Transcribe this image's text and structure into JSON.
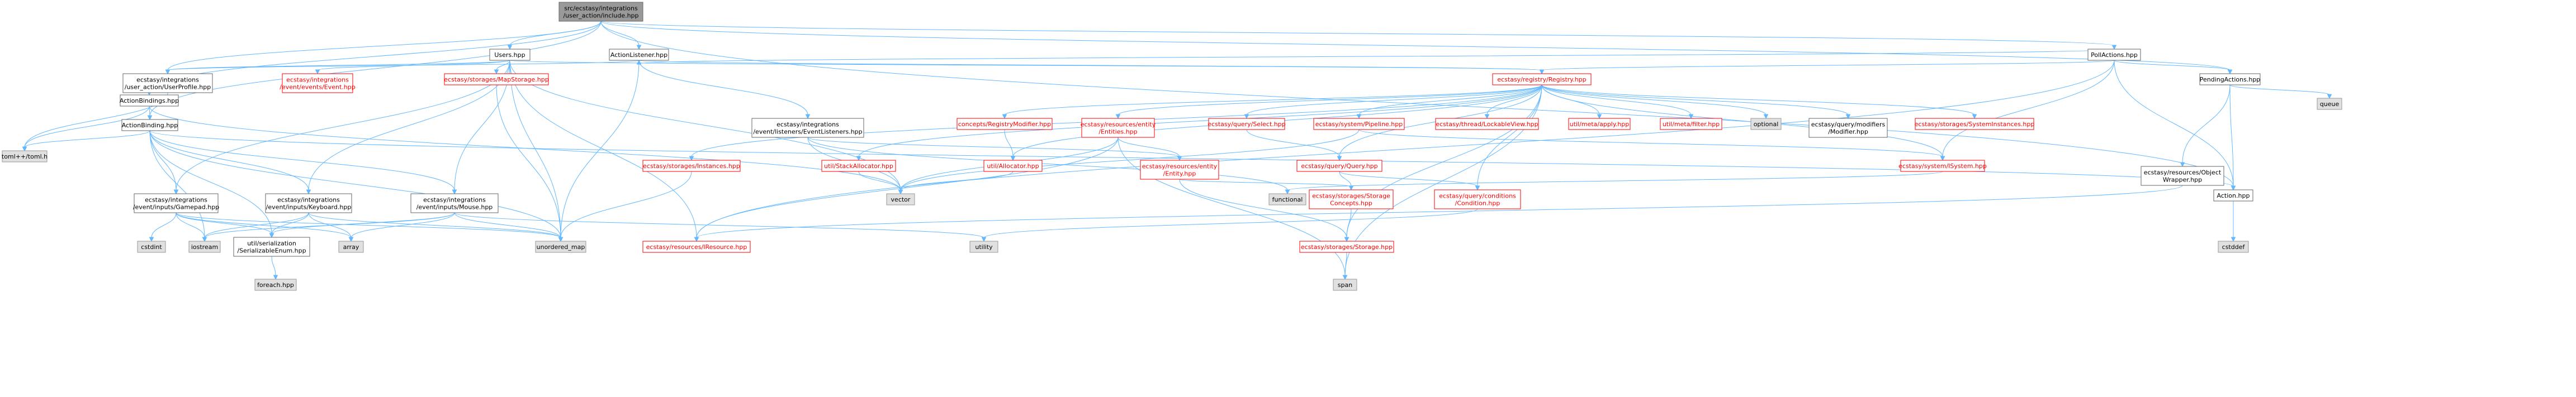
{
  "colors": {
    "background": "#ffffff",
    "root_fill": "#999999",
    "root_border": "#666666",
    "node_fill": "#ffffff",
    "node_border": "#666666",
    "external_fill": "#e0e0e0",
    "external_border": "#999999",
    "red_border": "#ff0000",
    "red_text": "#ff0000",
    "text": "#000000",
    "edge": "#63b8ff"
  },
  "nodes": [
    {
      "id": "root",
      "lines": [
        "src/ecstasy/integrations",
        "/user_action/include.hpp"
      ],
      "style": "root",
      "interactable": false
    },
    {
      "id": "users",
      "lines": [
        "Users.hpp"
      ],
      "style": "normal",
      "interactable": true
    },
    {
      "id": "actionlistener",
      "lines": [
        "ActionListener.hpp"
      ],
      "style": "normal",
      "interactable": true
    },
    {
      "id": "pollactions",
      "lines": [
        "PollActions.hpp"
      ],
      "style": "normal",
      "interactable": true
    },
    {
      "id": "userprofile",
      "lines": [
        "ecstasy/integrations",
        "/user_action/UserProfile.hpp"
      ],
      "style": "normal",
      "interactable": true
    },
    {
      "id": "event",
      "lines": [
        "ecstasy/integrations",
        "/event/events/Event.hpp"
      ],
      "style": "red",
      "interactable": true
    },
    {
      "id": "mapstorage",
      "lines": [
        "ecstasy/storages/MapStorage.hpp"
      ],
      "style": "red",
      "interactable": true
    },
    {
      "id": "registry",
      "lines": [
        "ecstasy/registry/Registry.hpp"
      ],
      "style": "red",
      "interactable": true
    },
    {
      "id": "pendingactions",
      "lines": [
        "PendingActions.hpp"
      ],
      "style": "normal",
      "interactable": true
    },
    {
      "id": "queue",
      "lines": [
        "queue"
      ],
      "style": "external",
      "interactable": false
    },
    {
      "id": "actionbindings",
      "lines": [
        "ActionBindings.hpp"
      ],
      "style": "normal",
      "interactable": true
    },
    {
      "id": "actionbinding",
      "lines": [
        "ActionBinding.hpp"
      ],
      "style": "normal",
      "interactable": true
    },
    {
      "id": "tomlh",
      "lines": [
        "toml++/toml.h"
      ],
      "style": "external",
      "interactable": false
    },
    {
      "id": "eventlisteners",
      "lines": [
        "ecstasy/integrations",
        "/event/listeners/EventListeners.hpp"
      ],
      "style": "normal",
      "interactable": true
    },
    {
      "id": "stackallocator",
      "lines": [
        "util/StackAllocator.hpp"
      ],
      "style": "red",
      "interactable": true
    },
    {
      "id": "registrymodifier",
      "lines": [
        "concepts/RegistryModifier.hpp"
      ],
      "style": "red",
      "interactable": true
    },
    {
      "id": "entities",
      "lines": [
        "ecstasy/resources/entity",
        "/Entities.hpp"
      ],
      "style": "red",
      "interactable": true
    },
    {
      "id": "select",
      "lines": [
        "ecstasy/query/Select.hpp"
      ],
      "style": "red",
      "interactable": true
    },
    {
      "id": "pipeline",
      "lines": [
        "ecstasy/system/Pipeline.hpp"
      ],
      "style": "red",
      "interactable": true
    },
    {
      "id": "lockableview",
      "lines": [
        "ecstasy/thread/LockableView.hpp"
      ],
      "style": "red",
      "interactable": true
    },
    {
      "id": "apply",
      "lines": [
        "util/meta/apply.hpp"
      ],
      "style": "red",
      "interactable": true
    },
    {
      "id": "filter",
      "lines": [
        "util/meta/filter.hpp"
      ],
      "style": "red",
      "interactable": true
    },
    {
      "id": "optional",
      "lines": [
        "optional"
      ],
      "style": "external",
      "interactable": false
    },
    {
      "id": "querymodifier",
      "lines": [
        "ecstasy/query/modifiers",
        "/Modifier.hpp"
      ],
      "style": "normal",
      "interactable": true
    },
    {
      "id": "systeminstances",
      "lines": [
        "ecstasy/storages/SystemInstances.hpp"
      ],
      "style": "red",
      "interactable": true
    },
    {
      "id": "objectwrapper",
      "lines": [
        "ecstasy/resources/Object",
        "Wrapper.hpp"
      ],
      "style": "normal",
      "interactable": true
    },
    {
      "id": "instances",
      "lines": [
        "ecstasy/storages/Instances.hpp"
      ],
      "style": "red",
      "interactable": true
    },
    {
      "id": "iallocator",
      "lines": [
        "util/Allocator.hpp"
      ],
      "style": "red",
      "interactable": true
    },
    {
      "id": "entity",
      "lines": [
        "ecstasy/resources/entity",
        "/Entity.hpp"
      ],
      "style": "red",
      "interactable": true
    },
    {
      "id": "query",
      "lines": [
        "ecstasy/query/Query.hpp"
      ],
      "style": "red",
      "interactable": true
    },
    {
      "id": "isystem",
      "lines": [
        "ecstasy/system/ISystem.hpp"
      ],
      "style": "red",
      "interactable": true
    },
    {
      "id": "gamepad",
      "lines": [
        "ecstasy/integrations",
        "/event/inputs/Gamepad.hpp"
      ],
      "style": "normal",
      "interactable": true
    },
    {
      "id": "keyboard",
      "lines": [
        "ecstasy/integrations",
        "/event/inputs/Keyboard.hpp"
      ],
      "style": "normal",
      "interactable": true
    },
    {
      "id": "mouse",
      "lines": [
        "ecstasy/integrations",
        "/event/inputs/Mouse.hpp"
      ],
      "style": "normal",
      "interactable": true
    },
    {
      "id": "vector",
      "lines": [
        "vector"
      ],
      "style": "external",
      "interactable": false
    },
    {
      "id": "functional",
      "lines": [
        "functional"
      ],
      "style": "external",
      "interactable": false
    },
    {
      "id": "storageconcepts",
      "lines": [
        "ecstasy/storages/Storage",
        "Concepts.hpp"
      ],
      "style": "red",
      "interactable": true
    },
    {
      "id": "condition",
      "lines": [
        "ecstasy/query/conditions",
        "/Condition.hpp"
      ],
      "style": "red",
      "interactable": true
    },
    {
      "id": "action",
      "lines": [
        "Action.hpp"
      ],
      "style": "normal",
      "interactable": true
    },
    {
      "id": "cstdint",
      "lines": [
        "cstdint"
      ],
      "style": "external",
      "interactable": false
    },
    {
      "id": "iostream",
      "lines": [
        "iostream"
      ],
      "style": "external",
      "interactable": false
    },
    {
      "id": "serializableenum",
      "lines": [
        "util/serialization",
        "/SerializableEnum.hpp"
      ],
      "style": "normal",
      "interactable": true
    },
    {
      "id": "array",
      "lines": [
        "array"
      ],
      "style": "external",
      "interactable": false
    },
    {
      "id": "unorderedmap",
      "lines": [
        "unordered_map"
      ],
      "style": "external",
      "interactable": false
    },
    {
      "id": "iresource",
      "lines": [
        "ecstasy/resources/IResource.hpp"
      ],
      "style": "red",
      "interactable": true
    },
    {
      "id": "utility",
      "lines": [
        "utility"
      ],
      "style": "external",
      "interactable": false
    },
    {
      "id": "storage",
      "lines": [
        "ecstasy/storages/Storage.hpp"
      ],
      "style": "red",
      "interactable": true
    },
    {
      "id": "cstddef",
      "lines": [
        "cstddef"
      ],
      "style": "external",
      "interactable": false
    },
    {
      "id": "span",
      "lines": [
        "span"
      ],
      "style": "external",
      "interactable": false
    },
    {
      "id": "foreach",
      "lines": [
        "foreach.hpp"
      ],
      "style": "external",
      "interactable": false
    }
  ],
  "edges": [
    [
      "root",
      "users"
    ],
    [
      "root",
      "actionlistener"
    ],
    [
      "root",
      "pollactions"
    ],
    [
      "root",
      "userprofile"
    ],
    [
      "root",
      "actionbindings"
    ],
    [
      "root",
      "actionbinding"
    ],
    [
      "root",
      "pendingactions"
    ],
    [
      "root",
      "action"
    ],
    [
      "users",
      "userprofile"
    ],
    [
      "users",
      "event"
    ],
    [
      "users",
      "mapstorage"
    ],
    [
      "users",
      "registry"
    ],
    [
      "users",
      "gamepad"
    ],
    [
      "users",
      "keyboard"
    ],
    [
      "users",
      "mouse"
    ],
    [
      "users",
      "vector"
    ],
    [
      "users",
      "unorderedmap"
    ],
    [
      "users",
      "iresource"
    ],
    [
      "actionlistener",
      "userprofile"
    ],
    [
      "actionlistener",
      "eventlisteners"
    ],
    [
      "actionlistener",
      "registry"
    ],
    [
      "actionlistener",
      "unorderedmap"
    ],
    [
      "pollactions",
      "actionlistener"
    ],
    [
      "pollactions",
      "registry"
    ],
    [
      "pollactions",
      "pendingactions"
    ],
    [
      "pollactions",
      "isystem"
    ],
    [
      "pollactions",
      "action"
    ],
    [
      "pollactions",
      "iresource"
    ],
    [
      "userprofile",
      "actionbindings"
    ],
    [
      "userprofile",
      "tomlh"
    ],
    [
      "actionbindings",
      "actionbinding"
    ],
    [
      "actionbindings",
      "tomlh"
    ],
    [
      "actionbindings",
      "vector"
    ],
    [
      "actionbinding",
      "tomlh"
    ],
    [
      "actionbinding",
      "gamepad"
    ],
    [
      "actionbinding",
      "keyboard"
    ],
    [
      "actionbinding",
      "mouse"
    ],
    [
      "actionbinding",
      "action"
    ],
    [
      "actionbinding",
      "iostream"
    ],
    [
      "actionbinding",
      "serializableenum"
    ],
    [
      "actionbinding",
      "unorderedmap"
    ],
    [
      "mapstorage",
      "unorderedmap"
    ],
    [
      "eventlisteners",
      "vector"
    ],
    [
      "eventlisteners",
      "functional"
    ],
    [
      "eventlisteners",
      "entity"
    ],
    [
      "registry",
      "instances"
    ],
    [
      "registry",
      "stackallocator"
    ],
    [
      "registry",
      "registrymodifier"
    ],
    [
      "registry",
      "entities"
    ],
    [
      "registry",
      "select"
    ],
    [
      "registry",
      "pipeline"
    ],
    [
      "registry",
      "lockableview"
    ],
    [
      "registry",
      "apply"
    ],
    [
      "registry",
      "filter"
    ],
    [
      "registry",
      "optional"
    ],
    [
      "registry",
      "querymodifier"
    ],
    [
      "registry",
      "systeminstances"
    ],
    [
      "registry",
      "query"
    ],
    [
      "registry",
      "condition"
    ],
    [
      "registry",
      "isystem"
    ],
    [
      "registry",
      "storage"
    ],
    [
      "registry",
      "span"
    ],
    [
      "registry",
      "iallocator"
    ],
    [
      "pendingactions",
      "queue"
    ],
    [
      "pendingactions",
      "objectwrapper"
    ],
    [
      "pendingactions",
      "action"
    ],
    [
      "objectwrapper",
      "iresource"
    ],
    [
      "instances",
      "unorderedmap"
    ],
    [
      "stackallocator",
      "vector"
    ],
    [
      "registrymodifier",
      "iallocator"
    ],
    [
      "iallocator",
      "vector"
    ],
    [
      "entities",
      "entity"
    ],
    [
      "entities",
      "vector"
    ],
    [
      "entities",
      "iresource"
    ],
    [
      "entities",
      "span"
    ],
    [
      "entity",
      "storage"
    ],
    [
      "entity",
      "storageconcepts"
    ],
    [
      "select",
      "query"
    ],
    [
      "pipeline",
      "isystem"
    ],
    [
      "pipeline",
      "vector"
    ],
    [
      "query",
      "condition"
    ],
    [
      "query",
      "storageconcepts"
    ],
    [
      "isystem",
      "functional"
    ],
    [
      "storageconcepts",
      "storage"
    ],
    [
      "condition",
      "utility"
    ],
    [
      "storage",
      "span"
    ],
    [
      "action",
      "cstddef"
    ],
    [
      "gamepad",
      "cstdint"
    ],
    [
      "gamepad",
      "iostream"
    ],
    [
      "gamepad",
      "serializableenum"
    ],
    [
      "gamepad",
      "array"
    ],
    [
      "gamepad",
      "unorderedmap"
    ],
    [
      "keyboard",
      "iostream"
    ],
    [
      "keyboard",
      "serializableenum"
    ],
    [
      "keyboard",
      "array"
    ],
    [
      "keyboard",
      "unorderedmap"
    ],
    [
      "mouse",
      "iostream"
    ],
    [
      "mouse",
      "serializableenum"
    ],
    [
      "mouse",
      "array"
    ],
    [
      "mouse",
      "unorderedmap"
    ],
    [
      "mouse",
      "utility"
    ],
    [
      "serializableenum",
      "foreach"
    ]
  ]
}
